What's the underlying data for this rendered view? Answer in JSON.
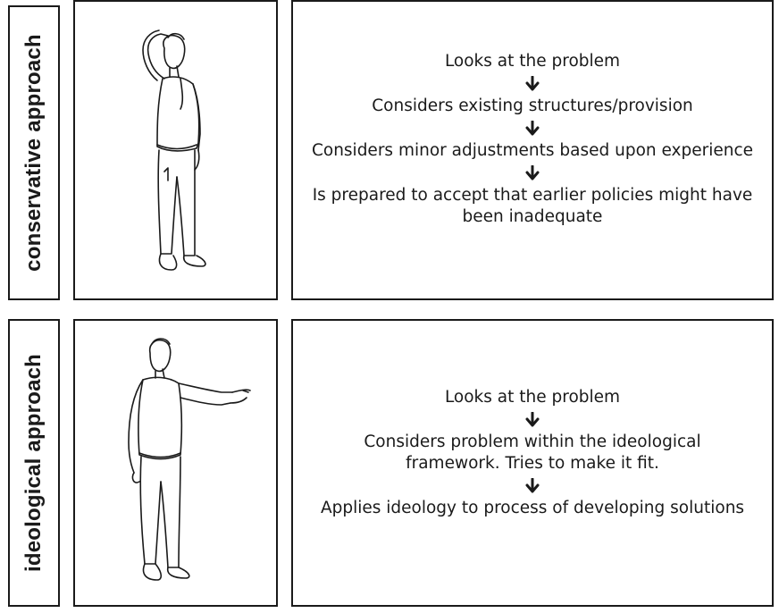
{
  "sections": [
    {
      "label": "conservative approach",
      "steps": [
        "Looks at the problem",
        "Considers existing structures/provision",
        "Considers minor adjustments based upon experience",
        "Is prepared to accept that earlier policies might have been inadequate"
      ]
    },
    {
      "label": "ideological approach",
      "steps": [
        "Looks at the problem",
        "Considers problem within the ideological framework. Tries to make it fit.",
        "Applies ideology to process of developing solutions"
      ]
    }
  ],
  "icons": {
    "arrow": "arrow-down-icon",
    "figure1": "man-scratching-head-illustration",
    "figure2": "man-pointing-illustration"
  }
}
